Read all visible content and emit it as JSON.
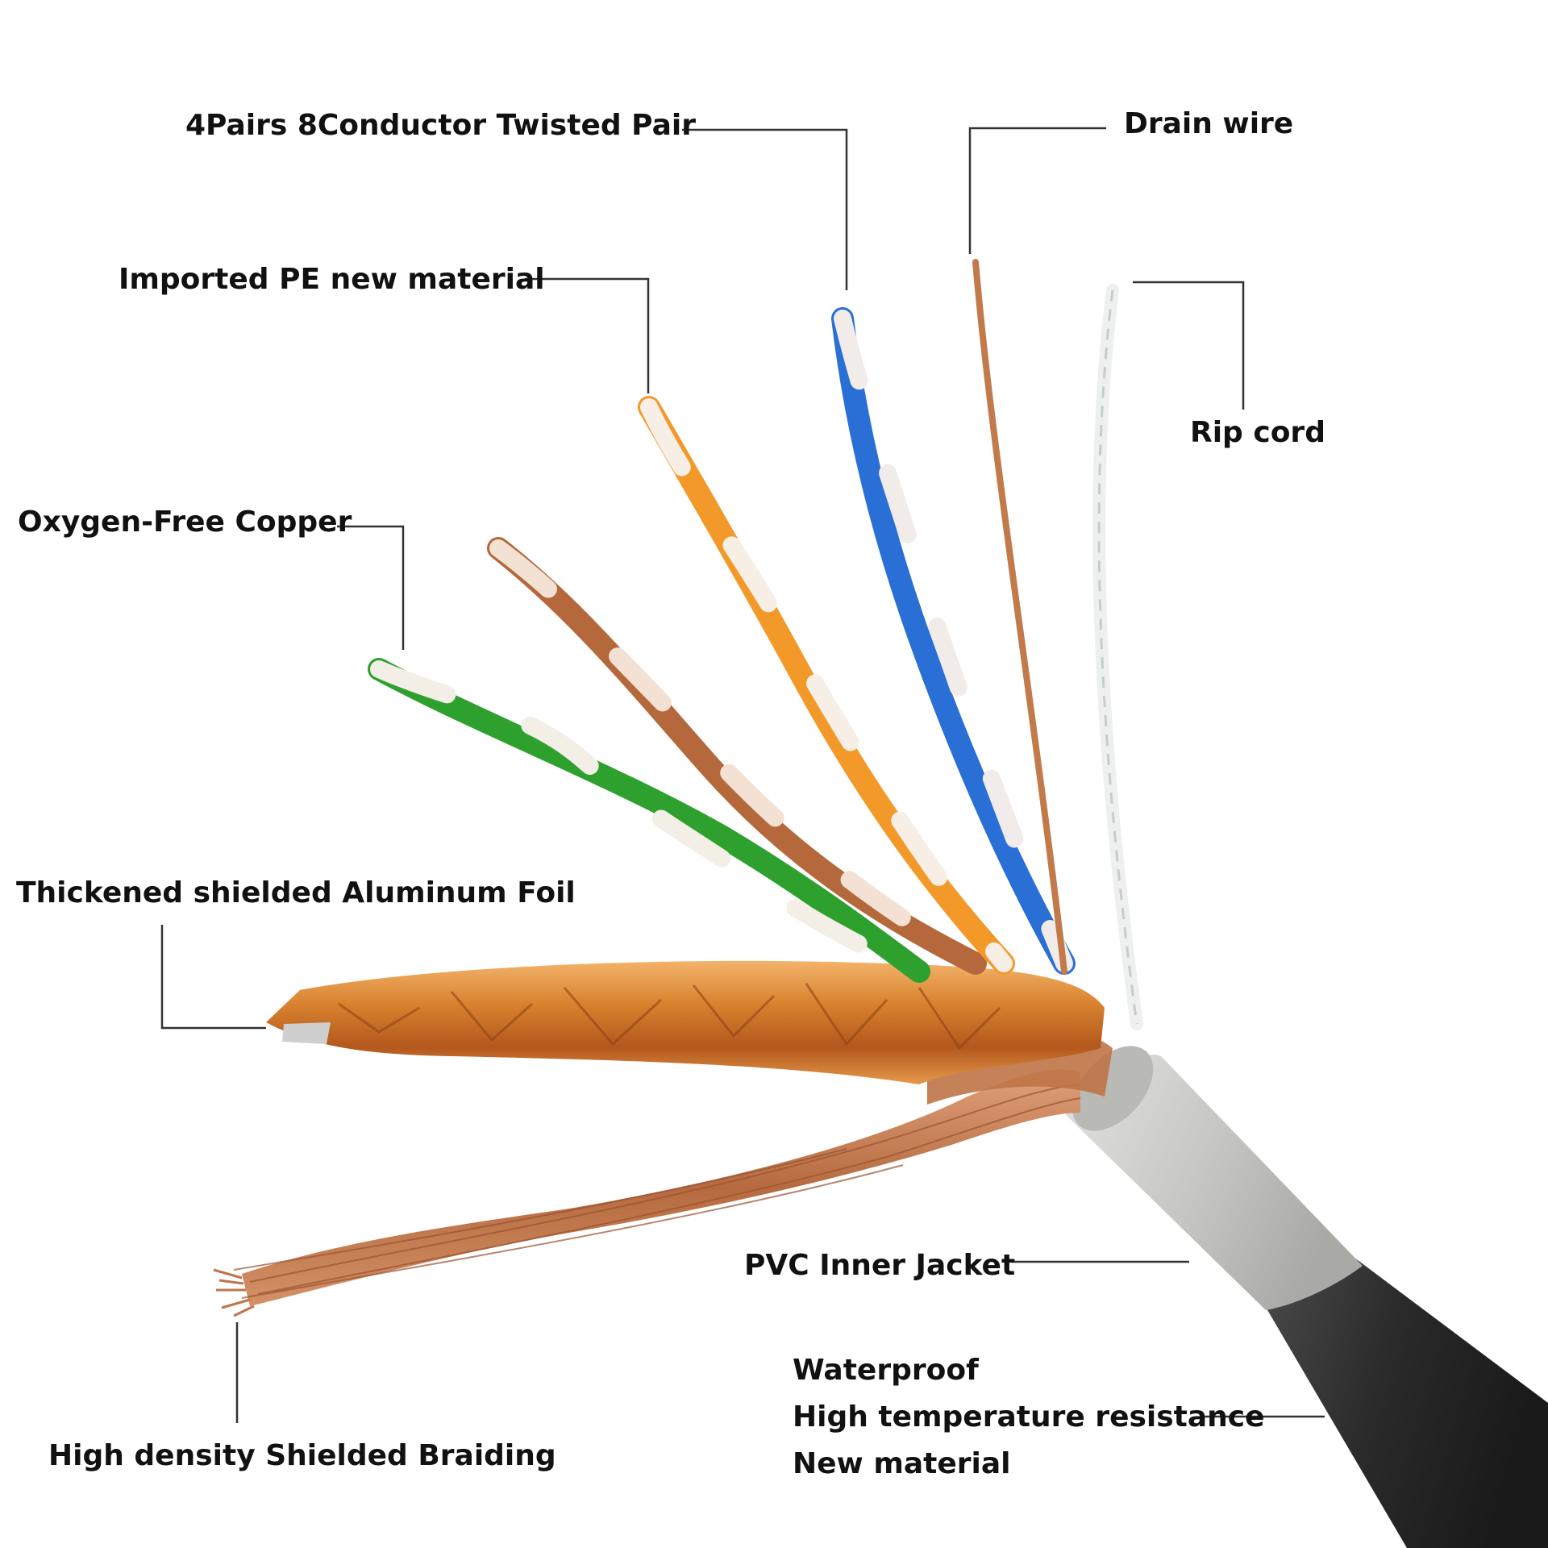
{
  "labels": {
    "twisted_pair": "4Pairs 8Conductor Twisted Pair",
    "drain_wire": "Drain wire",
    "pe_material": "Imported PE new material",
    "rip_cord": "Rip cord",
    "copper": "Oxygen-Free Copper",
    "foil": "Thickened shielded Aluminum Foil",
    "inner_jacket": "PVC Inner Jacket",
    "braiding": "High density Shielded Braiding",
    "outer_jacket": [
      "Waterproof",
      "High temperature resistance",
      "New material"
    ]
  },
  "colors": {
    "leader_line": "#333333",
    "green_pair": "#2ea02e",
    "brown_pair": "#b5683b",
    "orange_pair": "#f2992a",
    "blue_pair": "#2a6fd6",
    "pair_white": "#f3efe6",
    "drain_wire": "#c27a4a",
    "rip_cord": "#eef0f0",
    "foil": "#d8822e",
    "braid": "#c88258",
    "inner_jacket": "#c9c9c6",
    "outer_jacket": "#2d2d2d"
  }
}
